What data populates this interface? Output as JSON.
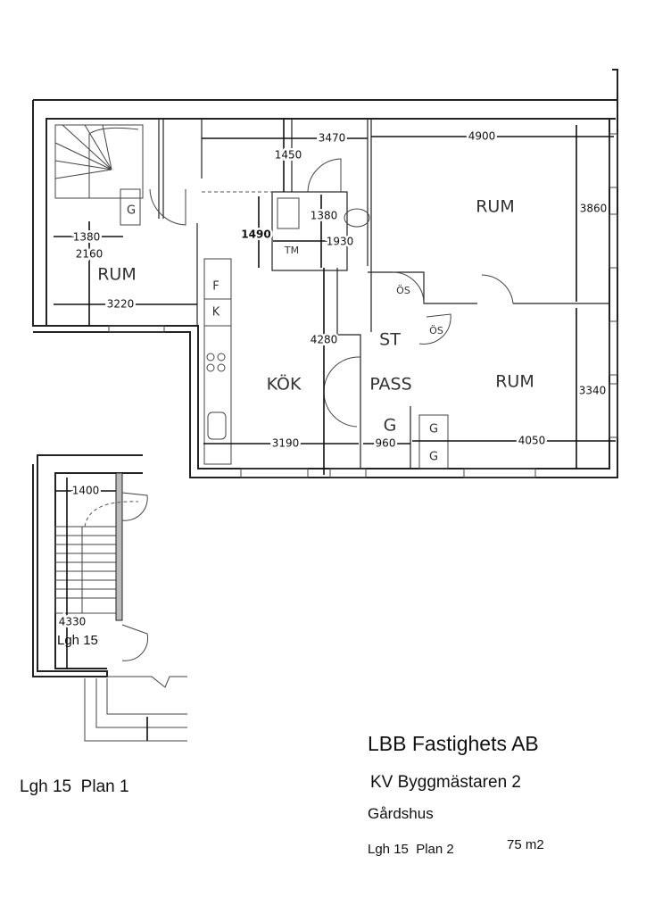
{
  "plan2": {
    "rooms": {
      "rum_stair": "RUM",
      "rum_top": "RUM",
      "rum_bottom": "RUM",
      "kok": "KÖK",
      "pass": "PASS",
      "st": "ST",
      "os1": "ÖS",
      "os2": "ÖS",
      "g_stair": "G",
      "g_pass": "G",
      "g_closet1": "G",
      "g_closet2": "G",
      "tm": "TM",
      "f": "F",
      "k": "K"
    },
    "dims": {
      "d3470": "3470",
      "d4900": "4900",
      "d1450": "1450",
      "d1380b": "1380",
      "d3860": "3860",
      "d1490": "1490",
      "d1930": "1930",
      "d1380a": "1380",
      "d2160": "2160",
      "d3220": "3220",
      "d4280": "4280",
      "d3340": "3340",
      "d3190": "3190",
      "d960": "960",
      "d4050": "4050"
    }
  },
  "plan1": {
    "dims": {
      "d1400": "1400",
      "d4330": "4330"
    },
    "label": "Lgh 15"
  },
  "captions": {
    "plan1": "Lgh 15  Plan 1",
    "company": "LBB Fastighets AB",
    "property": "KV Byggmästaren 2",
    "building": "Gårdshus",
    "plan2": "Lgh 15  Plan 2",
    "area": "75 m2"
  }
}
